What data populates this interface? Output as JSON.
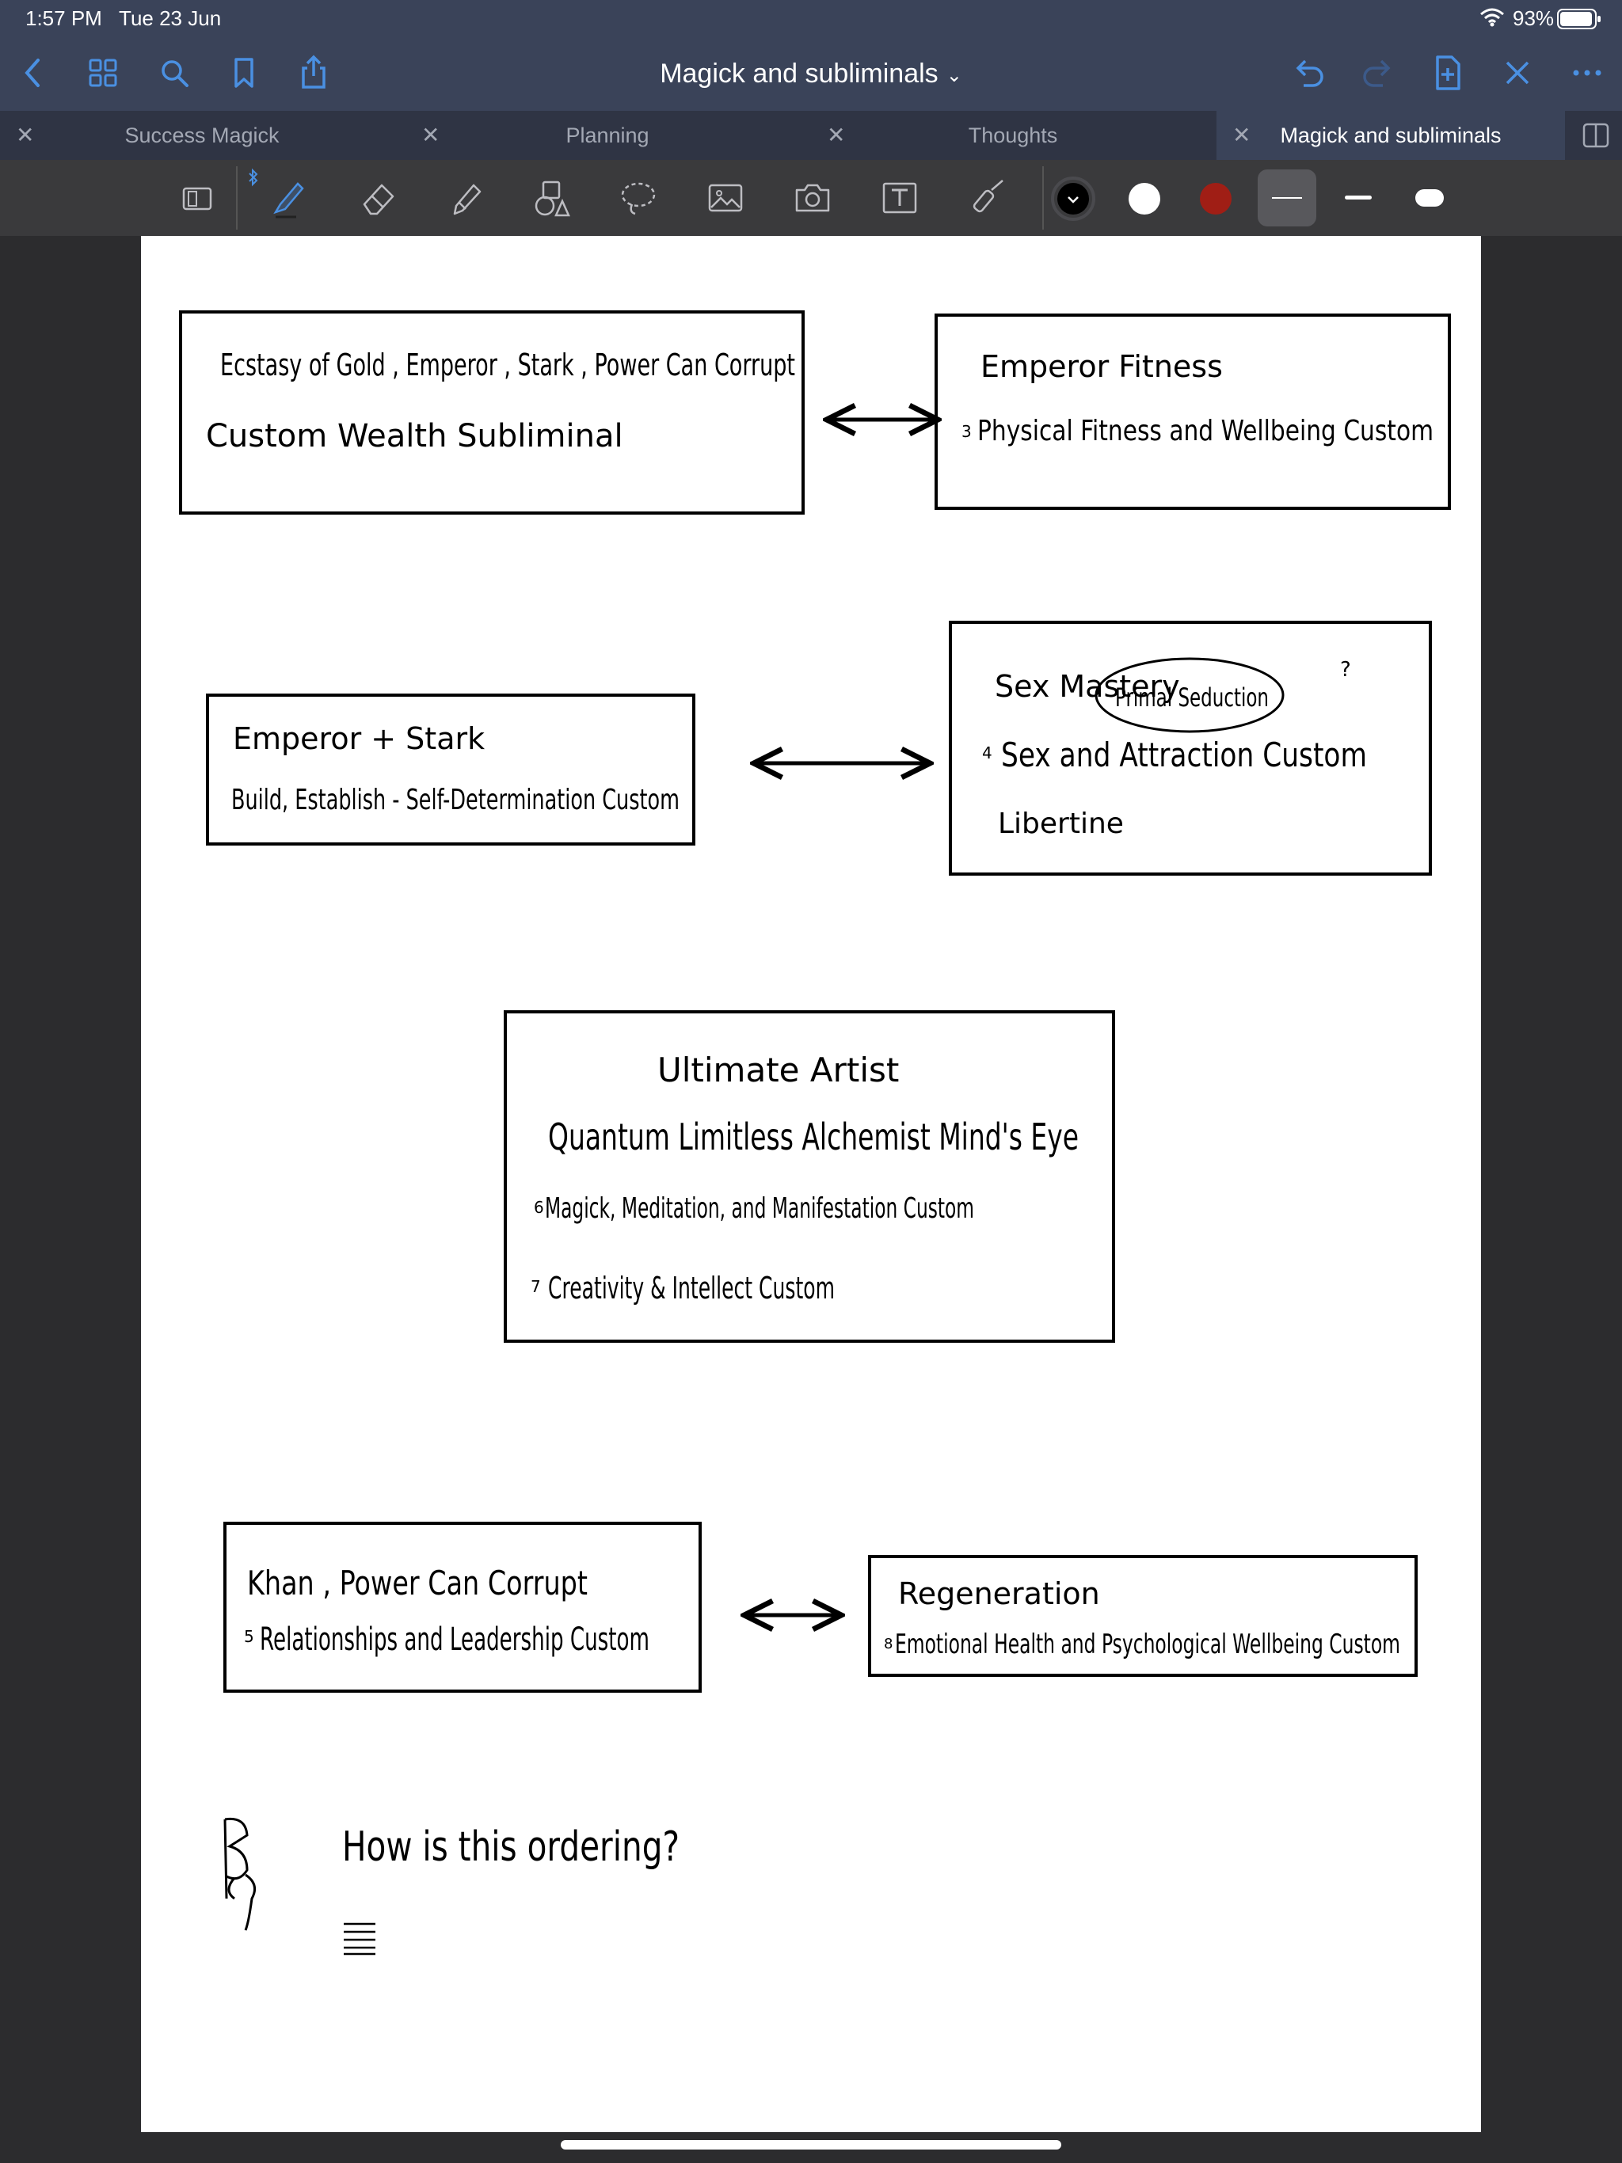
{
  "status_bar": {
    "time": "1:57 PM",
    "date": "Tue 23 Jun",
    "battery": "93%",
    "wifi_icon": "wifi-icon",
    "battery_icon": "battery-icon"
  },
  "nav": {
    "title": "Magick and subliminals",
    "left_icons": [
      "back-icon",
      "grid-icon",
      "search-icon",
      "bookmark-icon",
      "share-icon"
    ],
    "right_icons": [
      "undo-icon",
      "redo-icon",
      "add-page-icon",
      "close-icon",
      "more-icon"
    ]
  },
  "tabs": [
    {
      "label": "Success Magick",
      "active": false
    },
    {
      "label": "Planning",
      "active": false
    },
    {
      "label": "Thoughts",
      "active": false
    },
    {
      "label": "Magick and subliminals",
      "active": true
    }
  ],
  "toolbar": {
    "tools": [
      "read-only-icon",
      "pen-icon",
      "eraser-icon",
      "highlighter-icon",
      "shapes-icon",
      "lasso-icon",
      "image-icon",
      "camera-icon",
      "text-icon",
      "laser-pointer-icon"
    ],
    "colors": [
      "#000000",
      "#ffffff",
      "#a01e15"
    ],
    "selected_color": "#000000",
    "stroke_sizes": [
      "thin",
      "medium",
      "thick"
    ],
    "selected_stroke": "thin",
    "accent": "#4a90e2"
  },
  "note": {
    "box1": {
      "line1": "Ecstasy of Gold , Emperor , Stark , Power Can Corrupt",
      "line2": "Custom Wealth Subliminal"
    },
    "box2": {
      "line1": "Emperor Fitness",
      "number": "3",
      "line2": "Physical Fitness and Wellbeing Custom"
    },
    "box3": {
      "line1": "Emperor + Stark",
      "line2": "Build, Establish - Self-Determination Custom"
    },
    "box4": {
      "line1": "Sex Mastery",
      "circled": "Primal Seduction",
      "mark": "?",
      "number": "4",
      "line2": "Sex and Attraction Custom",
      "line3": "Libertine"
    },
    "box5": {
      "line1": "Ultimate Artist",
      "line2": "Quantum Limitless Alchemist Mind's Eye",
      "n1": "6",
      "line3": "Magick, Meditation, and Manifestation Custom",
      "n2": "7",
      "line4": "Creativity & Intellect Custom"
    },
    "box6": {
      "line1": "Khan , Power Can Corrupt",
      "number": "5",
      "line2": "Relationships and Leadership Custom"
    },
    "box7": {
      "line1": "Regeneration",
      "number": "8",
      "line2": "Emotional Health and Psychological Wellbeing Custom"
    },
    "question": "How is this ordering?"
  }
}
